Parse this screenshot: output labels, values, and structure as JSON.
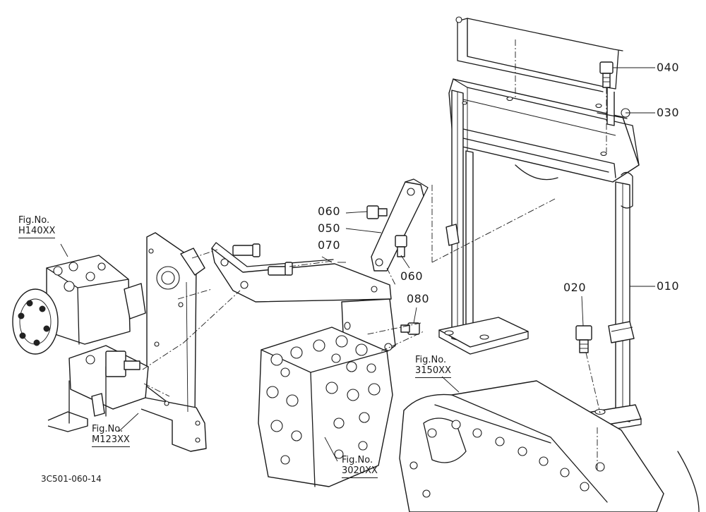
{
  "part_numbers": {
    "p010": "010",
    "p020": "020",
    "p030": "030",
    "p040": "040",
    "p050": "050",
    "p060a": "060",
    "p060b": "060",
    "p070": "070",
    "p080": "080"
  },
  "figure_refs": {
    "h140": {
      "prefix": "Fig.No.",
      "code": "H140XX"
    },
    "m123": {
      "prefix": "Fig.No.",
      "code": "M123XX"
    },
    "f3020": {
      "prefix": "Fig.No.",
      "code": "3020XX"
    },
    "f3150": {
      "prefix": "Fig.No.",
      "code": "3150XX"
    }
  },
  "diagram_ref": "3C501-060-14"
}
